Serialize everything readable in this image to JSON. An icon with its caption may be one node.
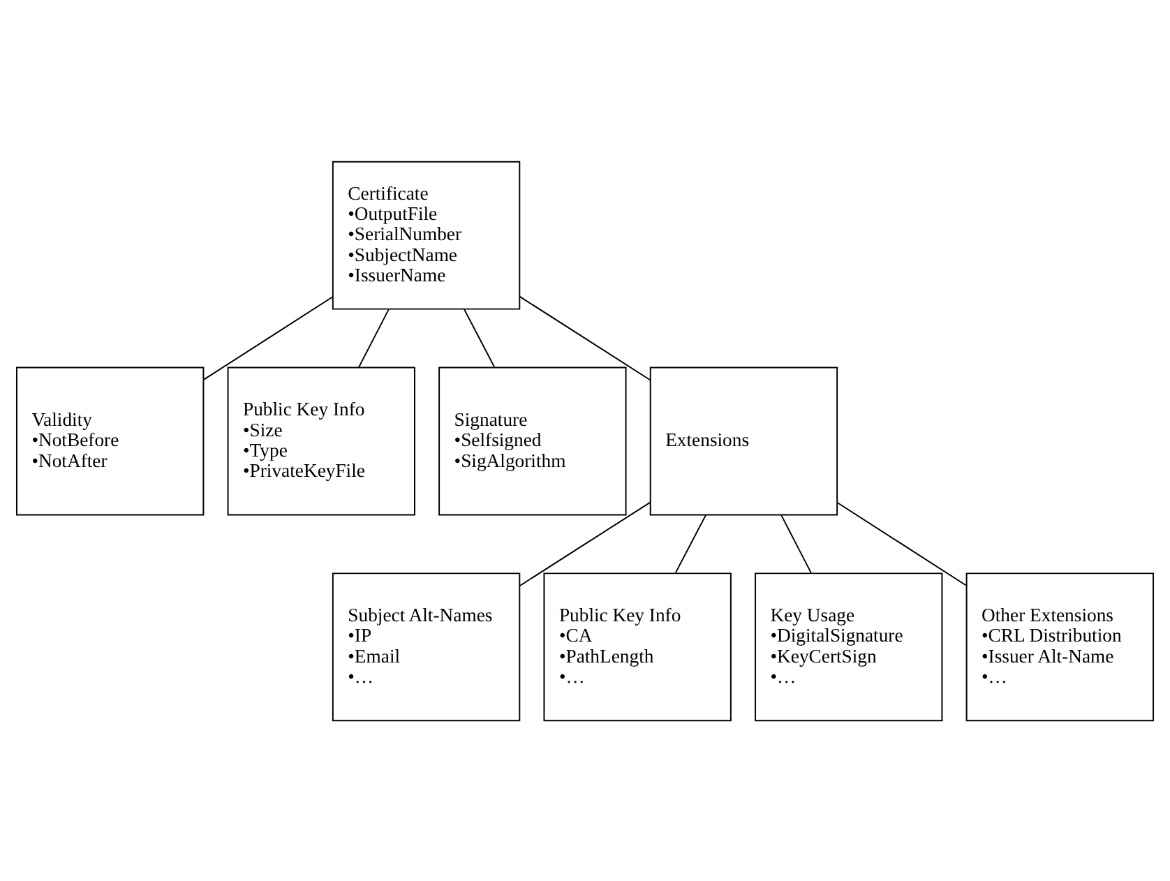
{
  "diagram": {
    "nodes": [
      {
        "text": [
          "Certificate",
          "•OutputFile",
          "•SerialNumber",
          "•SubjectName",
          "•IssuerName"
        ]
      },
      {
        "text": [
          "Validity",
          "•NotBefore",
          "•NotAfter"
        ]
      },
      {
        "text": [
          "Public Key Info",
          "•Size",
          "•Type",
          "•PrivateKeyFile"
        ]
      },
      {
        "text": [
          "Signature",
          "•Selfsigned",
          "•SigAlgorithm"
        ]
      },
      {
        "text": [
          "Extensions"
        ]
      },
      {
        "text": [
          "Subject Alt-Names",
          "•IP",
          "•Email",
          "•…"
        ]
      },
      {
        "text": [
          "Public Key Info",
          "•CA",
          "•PathLength",
          "•…"
        ]
      },
      {
        "text": [
          "Key Usage",
          "•DigitalSignature",
          "•KeyCertSign",
          "•…"
        ]
      },
      {
        "text": [
          "Other Extensions",
          "•CRL Distribution",
          "•Issuer Alt-Name",
          "•…"
        ]
      }
    ],
    "edges": [
      {
        "from": 0,
        "to": 1,
        "arrow": "none"
      },
      {
        "from": 0,
        "to": 2,
        "arrow": "none"
      },
      {
        "from": 0,
        "to": 3,
        "arrow": "none"
      },
      {
        "from": 0,
        "to": 4,
        "arrow": "none"
      },
      {
        "from": 4,
        "to": 5,
        "arrow": "none"
      },
      {
        "from": 4,
        "to": 6,
        "arrow": "none"
      },
      {
        "from": 4,
        "to": 7,
        "arrow": "none"
      },
      {
        "from": 4,
        "to": 8,
        "arrow": "none"
      }
    ]
  }
}
